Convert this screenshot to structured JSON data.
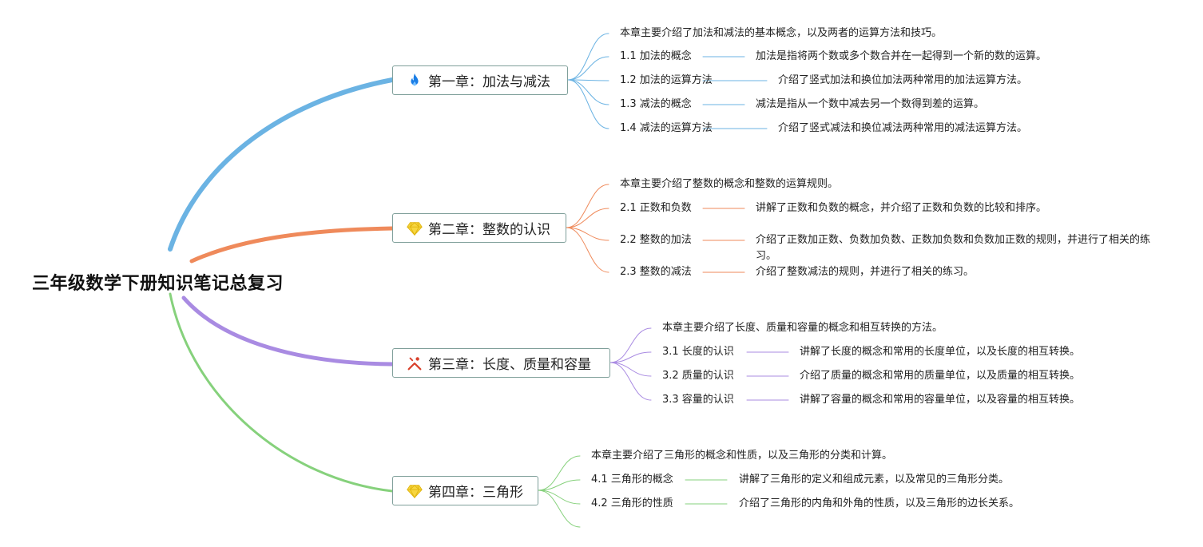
{
  "root": {
    "title": "三年级数学下册知识笔记总复习"
  },
  "chapters": [
    {
      "title": "第一章：加法与减法",
      "icon": "fire-icon",
      "color": "#6bb3e3",
      "summary": "本章主要介绍了加法和减法的基本概念，以及两者的运算方法和技巧。",
      "sections": [
        {
          "title": "1.1 加法的概念",
          "desc": "加法是指将两个数或多个数合并在一起得到一个新的数的运算。"
        },
        {
          "title": "1.2 加法的运算方法",
          "desc": "介绍了竖式加法和换位加法两种常用的加法运算方法。"
        },
        {
          "title": "1.3 减法的概念",
          "desc": "减法是指从一个数中减去另一个数得到差的运算。"
        },
        {
          "title": "1.4 减法的运算方法",
          "desc": "介绍了竖式减法和换位减法两种常用的减法运算方法。"
        }
      ]
    },
    {
      "title": "第二章：整数的认识",
      "icon": "diamond-icon",
      "color": "#ef8a5b",
      "summary": "本章主要介绍了整数的概念和整数的运算规则。",
      "sections": [
        {
          "title": "2.1 正数和负数",
          "desc": "讲解了正数和负数的概念，并介绍了正数和负数的比较和排序。"
        },
        {
          "title": "2.2 整数的加法",
          "desc": "介绍了正数加正数、负数加负数、正数加负数和负数加正数的规则，并进行了相关的练习。"
        },
        {
          "title": "2.3 整数的减法",
          "desc": "介绍了整数减法的规则，并进行了相关的练习。"
        }
      ]
    },
    {
      "title": "第三章：长度、质量和容量",
      "icon": "tools-icon",
      "color": "#a98be2",
      "summary": "本章主要介绍了长度、质量和容量的概念和相互转换的方法。",
      "sections": [
        {
          "title": "3.1 长度的认识",
          "desc": "讲解了长度的概念和常用的长度单位，以及长度的相互转换。"
        },
        {
          "title": "3.2 质量的认识",
          "desc": "介绍了质量的概念和常用的质量单位，以及质量的相互转换。"
        },
        {
          "title": "3.3 容量的认识",
          "desc": "讲解了容量的概念和常用的容量单位，以及容量的相互转换。"
        }
      ]
    },
    {
      "title": "第四章：三角形",
      "icon": "diamond-icon",
      "color": "#86d17c",
      "summary": "本章主要介绍了三角形的概念和性质，以及三角形的分类和计算。",
      "sections": [
        {
          "title": "4.1 三角形的概念",
          "desc": "讲解了三角形的定义和组成元素，以及常见的三角形分类。"
        },
        {
          "title": "4.2 三角形的性质",
          "desc": "介绍了三角形的内角和外角的性质，以及三角形的边长关系。"
        }
      ]
    }
  ]
}
